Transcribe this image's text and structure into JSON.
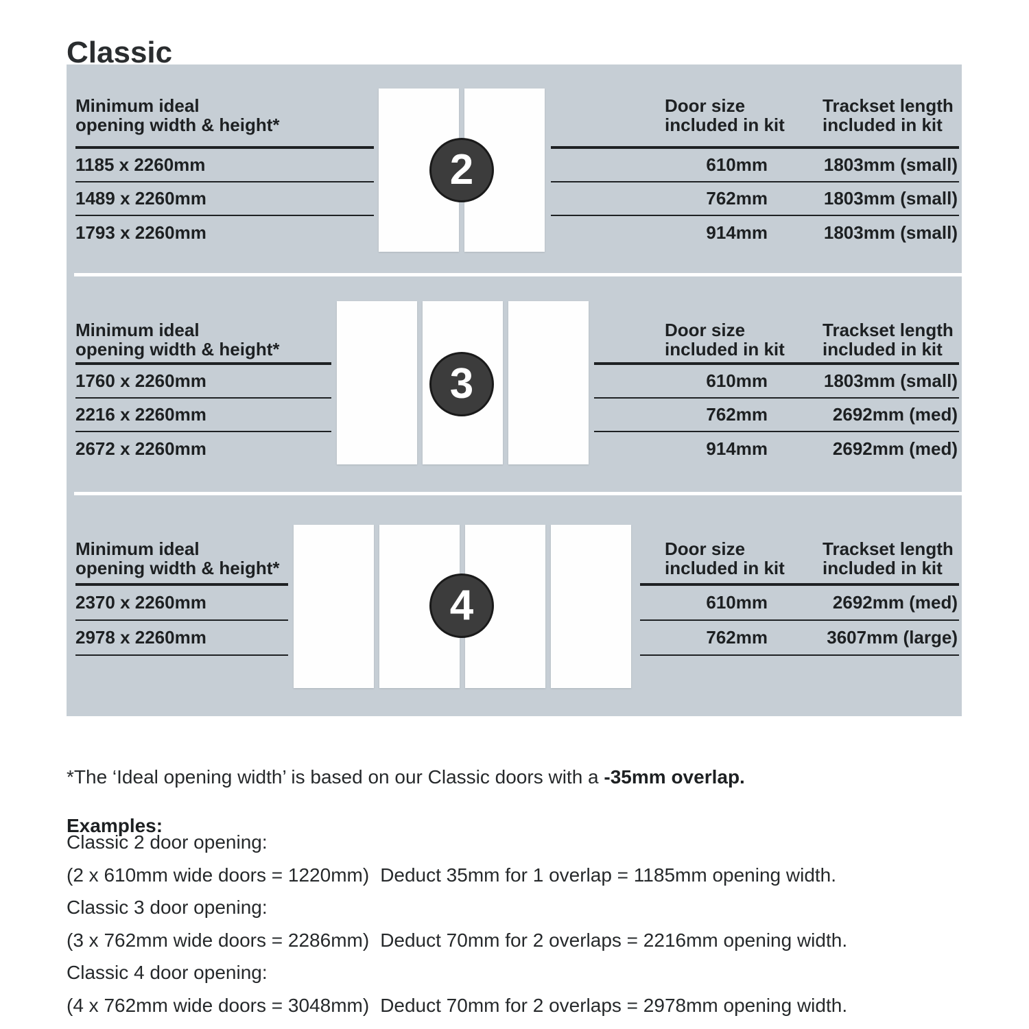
{
  "page": {
    "title": "Classic"
  },
  "panel": {
    "left_header": [
      "Minimum ideal",
      "opening width & height*"
    ],
    "door_col_header": [
      "Door size",
      "included in kit"
    ],
    "track_col_header": [
      "Trackset length",
      "included in kit"
    ],
    "sections": [
      {
        "name": "2-door",
        "badge": "2",
        "door_count": 2,
        "openings": [
          "1185 x 2260mm",
          "1489 x 2260mm",
          "1793 x 2260mm"
        ],
        "kits": [
          {
            "door": "610mm",
            "track": "1803mm (small)"
          },
          {
            "door": "762mm",
            "track": "1803mm (small)"
          },
          {
            "door": "914mm",
            "track": "1803mm (small)"
          }
        ]
      },
      {
        "name": "3-door",
        "badge": "3",
        "door_count": 3,
        "openings": [
          "1760 x 2260mm",
          "2216 x 2260mm",
          "2672 x 2260mm"
        ],
        "kits": [
          {
            "door": "610mm",
            "track": "1803mm (small)"
          },
          {
            "door": "762mm",
            "track": "2692mm (med)"
          },
          {
            "door": "914mm",
            "track": "2692mm (med)"
          }
        ]
      },
      {
        "name": "4-door",
        "badge": "4",
        "door_count": 4,
        "openings": [
          "2370 x 2260mm",
          "2978 x 2260mm"
        ],
        "kits": [
          {
            "door": "610mm",
            "track": "2692mm (med)"
          },
          {
            "door": "762mm",
            "track": "3607mm (large)"
          }
        ]
      }
    ]
  },
  "footnote": {
    "prefix": "*The ‘Ideal opening width’ is based on our Classic doors with a ",
    "bold": "-35mm overlap."
  },
  "examples": {
    "heading": "Examples:",
    "items": [
      {
        "label": "Classic 2 door opening:",
        "calc": "(2 x 610mm wide doors = 1220mm)",
        "result": "Deduct 35mm for 1 overlap = 1185mm opening width."
      },
      {
        "label": "Classic 3 door opening:",
        "calc": "(3 x 762mm wide doors = 2286mm)",
        "result": "Deduct 70mm for 2 overlaps = 2216mm opening width."
      },
      {
        "label": "Classic 4 door opening:",
        "calc": "(4 x 762mm wide doors = 3048mm)",
        "result": "Deduct 70mm for 2 overlaps = 2978mm opening width."
      }
    ]
  },
  "colors": {
    "panel_bg": "#c6ced5",
    "badge_bg": "#3c3c3c",
    "table_line": "#1e2123",
    "text": "#1d2022"
  }
}
